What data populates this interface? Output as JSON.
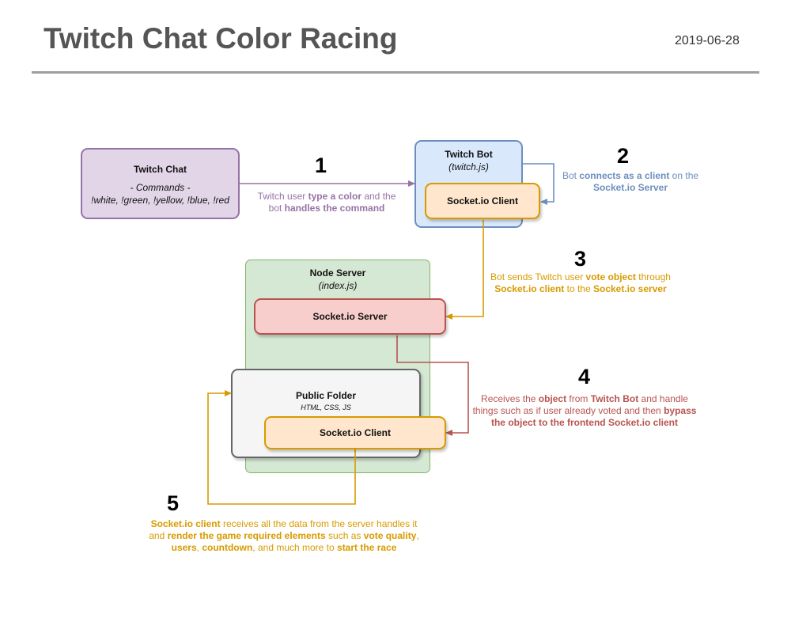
{
  "header": {
    "title": "Twitch Chat Color Racing",
    "date": "2019-06-28"
  },
  "nodes": {
    "twitch_chat": {
      "title": "Twitch Chat",
      "commands_heading": "- Commands -",
      "commands": "!white, !green, !yellow, !blue, !red"
    },
    "twitch_bot": {
      "title": "Twitch Bot",
      "file": "(twitch.js)",
      "client_label": "Socket.io Client"
    },
    "node_server": {
      "title": "Node Server",
      "file": "(index.js)",
      "server_label": "Socket.io Server"
    },
    "public_folder": {
      "title": "Public Folder",
      "tech": "HTML, CSS, JS",
      "client_label": "Socket.io Client"
    }
  },
  "steps": [
    {
      "number": "1",
      "text_1": "Twitch user ",
      "bold_1": "type a color",
      "text_2": " and the bot ",
      "bold_2": "handles the command",
      "color": "#9673a6"
    },
    {
      "number": "2",
      "text_1": "Bot ",
      "bold_1": "connects as a client",
      "text_2": " on the ",
      "bold_2": "Socket.io Server",
      "color": "#6c8ebf"
    },
    {
      "number": "3",
      "text_1": "Bot sends Twitch user ",
      "bold_1": "vote object",
      "text_2": " through ",
      "bold_2": "Socket.io client",
      "text_3": " to the ",
      "bold_3": "Socket.io server",
      "color": "#d79b00"
    },
    {
      "number": "4",
      "text_1": "Receives the ",
      "bold_1": "object",
      "text_2": " from ",
      "bold_2": "Twitch Bot",
      "text_3": " and handle things such as if user already voted and then ",
      "bold_3": "bypass the object to the frontend Socket.io client",
      "color": "#b85450"
    },
    {
      "number": "5",
      "bold_1": "Socket.io client",
      "text_1": " receives all the data from the server handles it and ",
      "bold_2": "render the game required elements",
      "text_2": " such as ",
      "bold_3": "vote quality",
      "text_3": ", ",
      "bold_4": "users",
      "text_4": ", ",
      "bold_5": "countdown",
      "text_5": ", and much more to ",
      "bold_6": "start the race",
      "color": "#d79b00"
    }
  ]
}
